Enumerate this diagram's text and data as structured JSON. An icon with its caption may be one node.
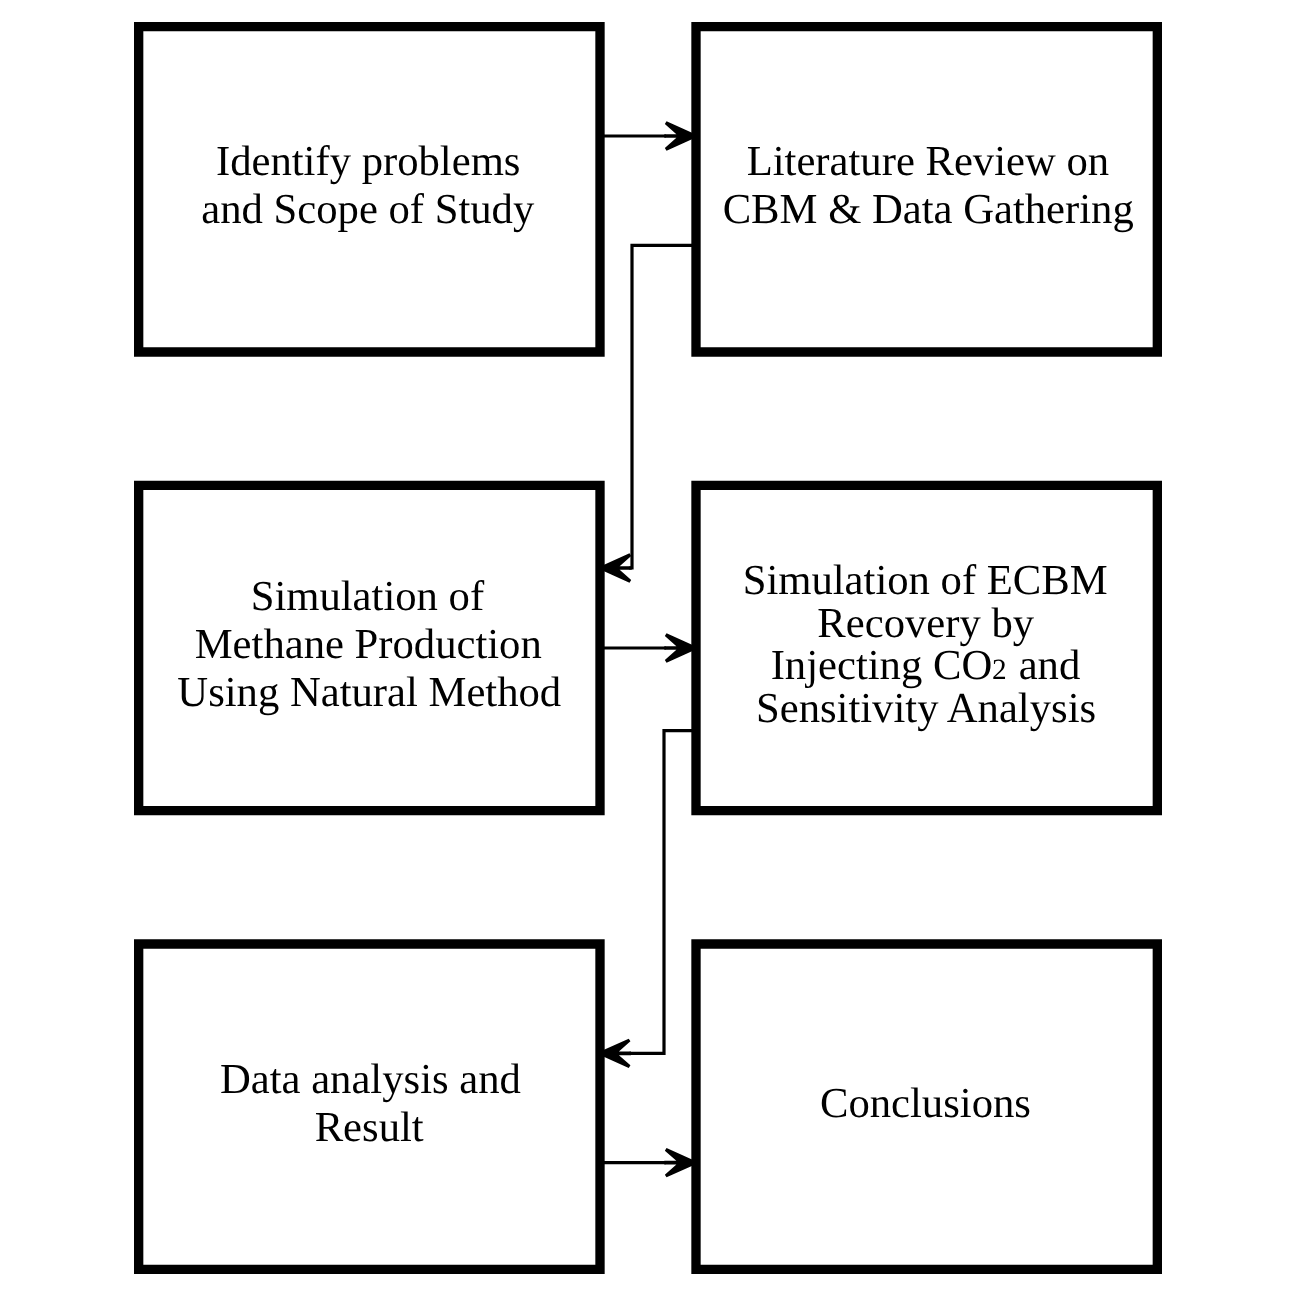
{
  "diagram": {
    "nodes": [
      {
        "text": [
          "Identify problems and Scope of Study"
        ]
      },
      {
        "text": [
          "Literature Review on CBM & Data Gathering"
        ]
      },
      {
        "text": [
          "Simulation of Methane Production Using Natural Method"
        ]
      },
      {
        "text": [
          "Simulation of ECBM Recovery by Injecting CO$_{2}$ and Sensitivity Analysis"
        ]
      },
      {
        "text": [
          "Data analysis and Result"
        ]
      },
      {
        "text": [
          "Conclusions"
        ]
      }
    ],
    "edges": [
      {
        "from": 0,
        "to": 1,
        "arrow": "to"
      },
      {
        "from": 1,
        "to": 2,
        "arrow": "to"
      },
      {
        "from": 2,
        "to": 3,
        "arrow": "to"
      },
      {
        "from": 3,
        "to": 4,
        "arrow": "to"
      },
      {
        "from": 4,
        "to": 5,
        "arrow": "to"
      }
    ]
  }
}
